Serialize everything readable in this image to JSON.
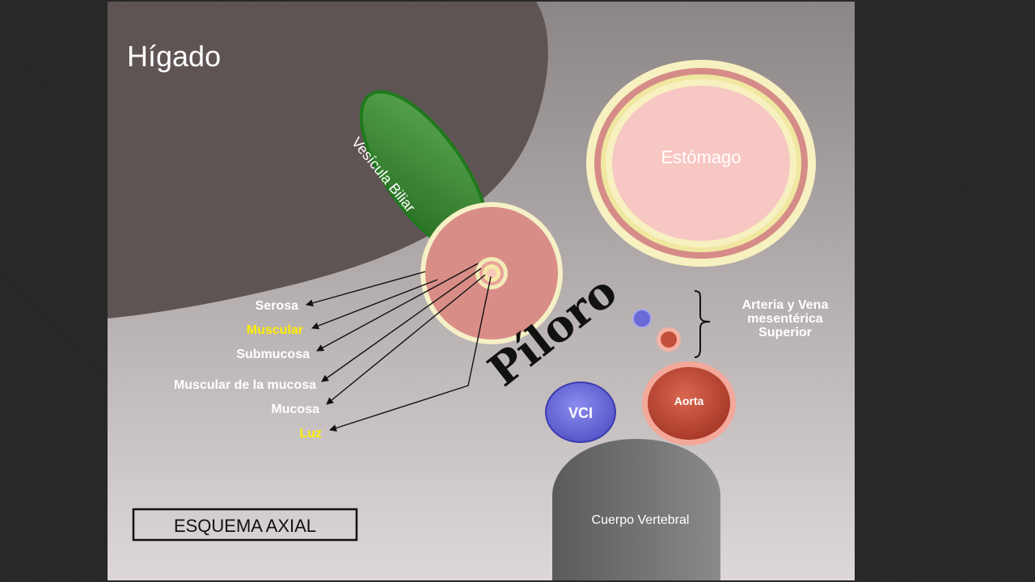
{
  "diagram": {
    "title_organ": "Hígado",
    "gallbladder": "Vesícula Biliar",
    "stomach": "Estómago",
    "pylorus": "Píloro",
    "vessels_label": [
      "Arteria y Vena",
      "mesentérica",
      "Superior"
    ],
    "ivc": "VCI",
    "aorta": "Aorta",
    "vertebra": "Cuerpo Vertebral",
    "caption": "ESQUEMA AXIAL",
    "layers": [
      {
        "label": "Serosa",
        "highlight": false
      },
      {
        "label": "Muscular",
        "highlight": true
      },
      {
        "label": "Submucosa",
        "highlight": false
      },
      {
        "label": "Muscular de la mucosa",
        "highlight": false
      },
      {
        "label": "Mucosa",
        "highlight": false
      },
      {
        "label": "Luz",
        "highlight": true
      }
    ],
    "colors": {
      "liver": "#5f5454",
      "gallbladder": "#3f8f3a",
      "pylorus_wall": "#d98d87",
      "stomach_inner": "#f7c7c3",
      "ivc": "#6f6ee0",
      "aorta": "#c9513a",
      "highlight_text": "#ffee00"
    }
  }
}
